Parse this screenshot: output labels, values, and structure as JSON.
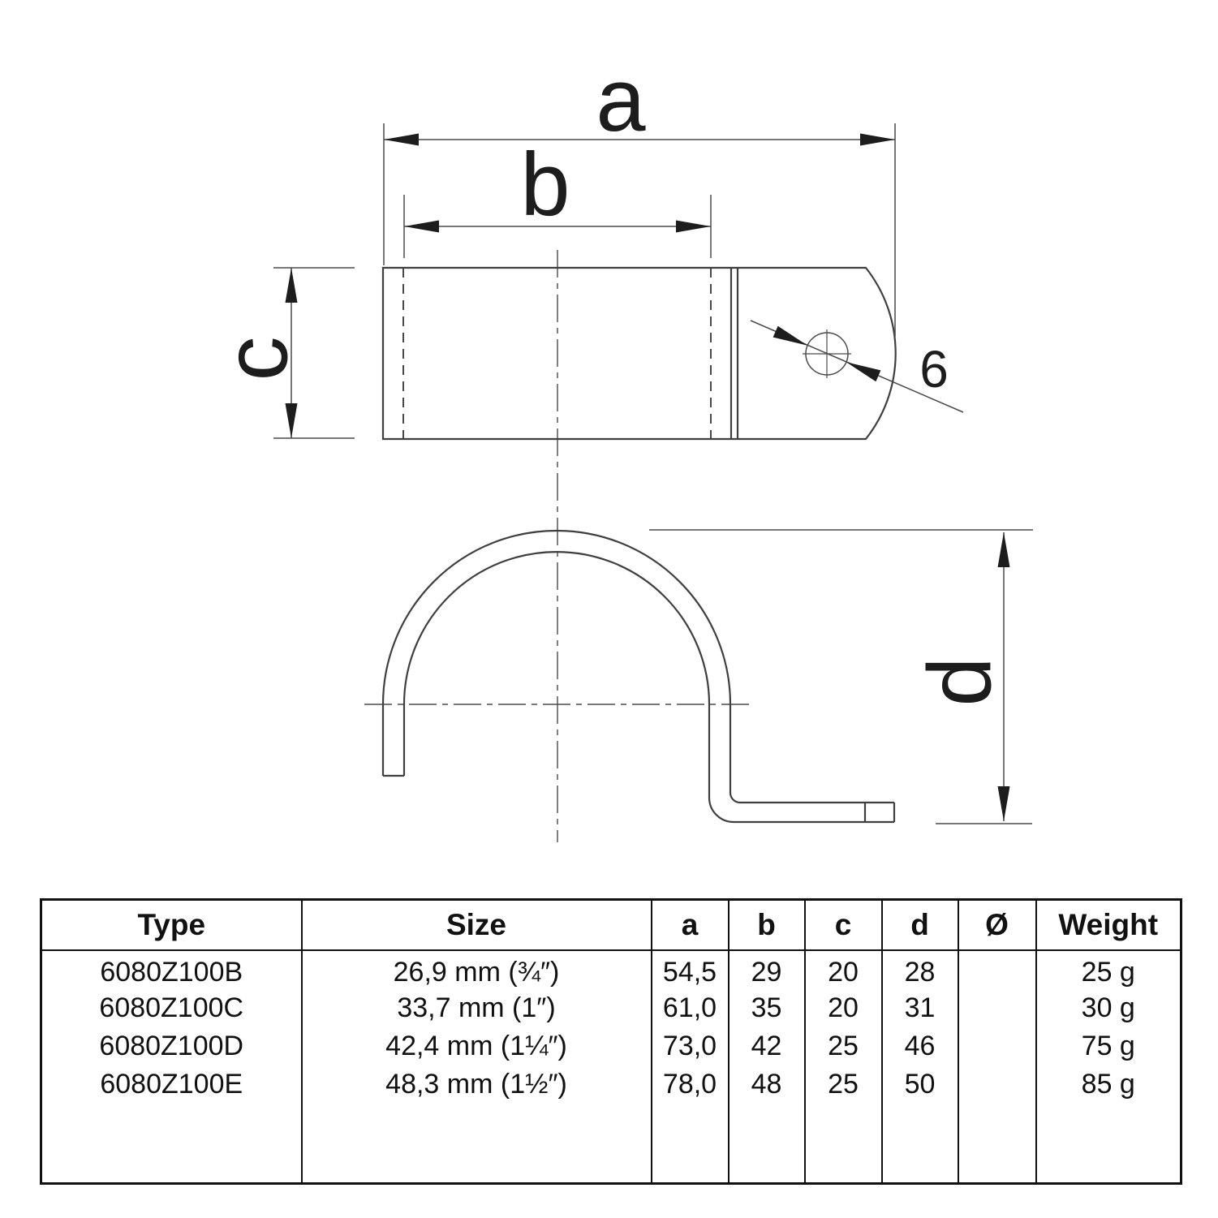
{
  "drawing": {
    "dimension_labels": {
      "a": "a",
      "b": "b",
      "c": "c",
      "d": "d"
    },
    "hole_diameter_label": "6"
  },
  "colors": {
    "drawing_line": "#3f3f3f",
    "table_border": "#111111",
    "text": "#1d1d1d",
    "background": "#ffffff"
  },
  "table": {
    "headers": [
      "Type",
      "Size",
      "a",
      "b",
      "c",
      "d",
      "Ø",
      "Weight"
    ],
    "rows": [
      [
        "6080Z100B",
        "26,9 mm (¾″)",
        "54,5",
        "29",
        "20",
        "28",
        "",
        "25 g"
      ],
      [
        "6080Z100C",
        "33,7 mm (1″)",
        "61,0",
        "35",
        "20",
        "31",
        "",
        "30 g"
      ],
      [
        "6080Z100D",
        "42,4 mm (1¼″)",
        "73,0",
        "42",
        "25",
        "46",
        "",
        "75 g"
      ],
      [
        "6080Z100E",
        "48,3 mm (1½″)",
        "78,0",
        "48",
        "25",
        "50",
        "",
        "85 g"
      ]
    ]
  }
}
